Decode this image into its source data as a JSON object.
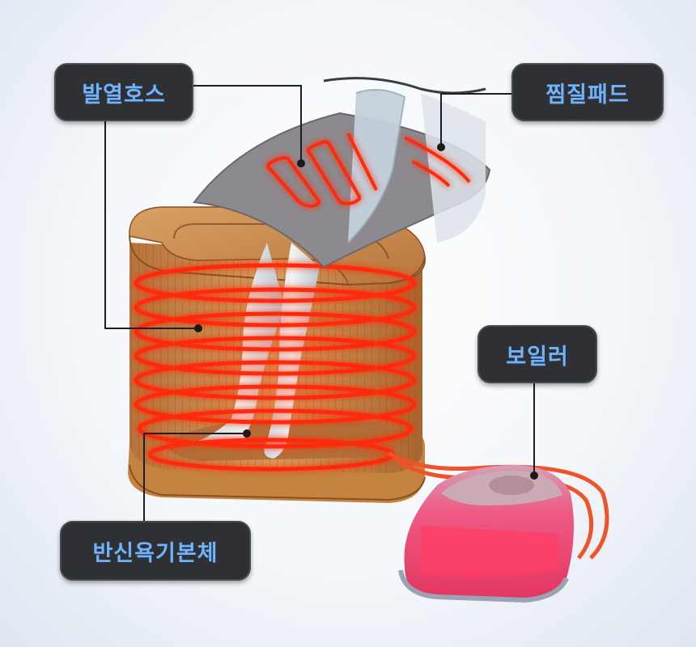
{
  "labels": {
    "heating_hose": "발열호스",
    "steam_pad": "찜질패드",
    "boiler": "보일러",
    "half_bath_body": "반신욕기본체"
  },
  "colors": {
    "label_bg": "#2f3033",
    "label_text": "#6fb3ff",
    "hose_glow": "#ff2a10",
    "wood": "#c98a4a",
    "pad": "#8d8a8f",
    "boiler_body": "#e8436a"
  }
}
